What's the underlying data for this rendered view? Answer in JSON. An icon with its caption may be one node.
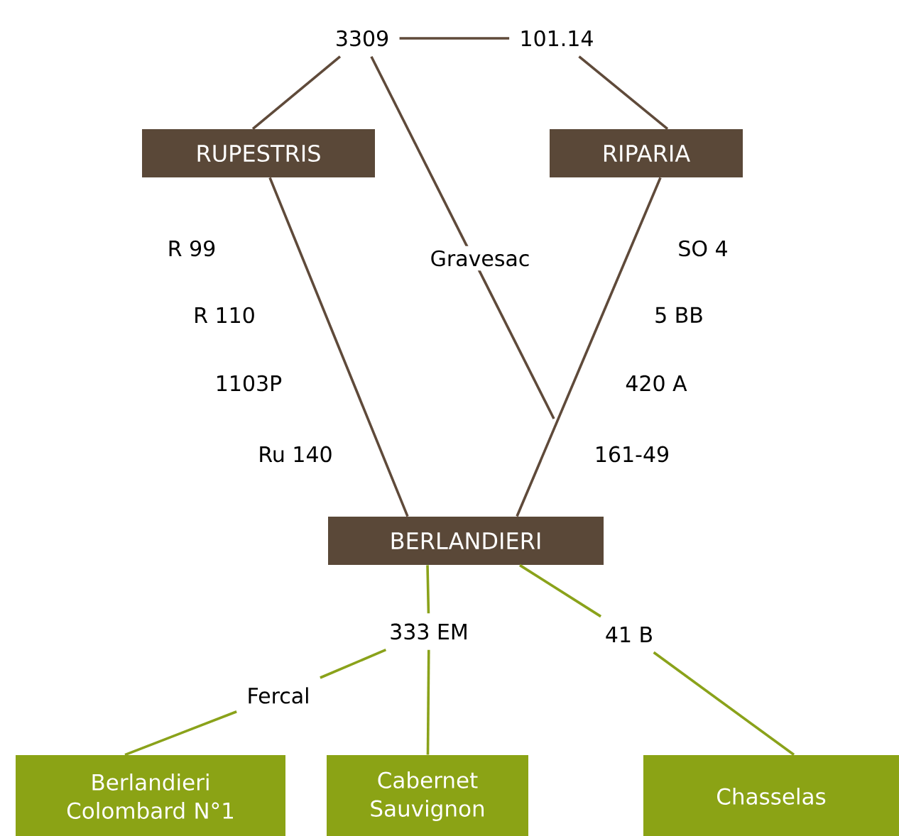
{
  "diagram": {
    "nodes": [
      {
        "text": [
          "3309"
        ]
      },
      {
        "text": [
          "101.14"
        ]
      },
      {
        "text": [
          "RUPESTRIS"
        ]
      },
      {
        "text": [
          "RIPARIA"
        ]
      },
      {
        "text": [
          "BERLANDIERI"
        ]
      },
      {
        "text": [
          "333 EM"
        ]
      },
      {
        "text": [
          "41 B"
        ]
      },
      {
        "text": [
          "Fercal"
        ]
      },
      {
        "text": [
          "Berlandieri Colombard N°1"
        ]
      },
      {
        "text": [
          "Cabernet Sauvignon"
        ]
      },
      {
        "text": [
          "Chasselas"
        ]
      }
    ],
    "edges": [
      {
        "from": 0,
        "to": 2,
        "arrow": "none"
      },
      {
        "from": 0,
        "to": 1,
        "arrow": "none"
      },
      {
        "from": 1,
        "to": 3,
        "arrow": "none"
      },
      {
        "from": 2,
        "to": 4,
        "arrow": "none"
      },
      {
        "from": 3,
        "to": 4,
        "arrow": "none"
      },
      {
        "from": 0,
        "to": null,
        "arrow": "none",
        "label": "Gravesac"
      },
      {
        "from": 4,
        "to": 5,
        "arrow": "none",
        "color": "#8aa21a"
      },
      {
        "from": 4,
        "to": 6,
        "arrow": "none",
        "color": "#8aa21a"
      },
      {
        "from": 5,
        "to": 7,
        "arrow": "none",
        "color": "#8aa21a"
      },
      {
        "from": 7,
        "to": 8,
        "arrow": "none",
        "color": "#8aa21a"
      },
      {
        "from": 5,
        "to": 9,
        "arrow": "none",
        "color": "#8aa21a"
      },
      {
        "from": 6,
        "to": 10,
        "arrow": "none",
        "color": "#8aa21a"
      }
    ],
    "labels": [
      "R 99",
      "SO 4",
      "R 110",
      "5 BB",
      "1103P",
      "420 A",
      "Ru 140",
      "161-49"
    ]
  }
}
